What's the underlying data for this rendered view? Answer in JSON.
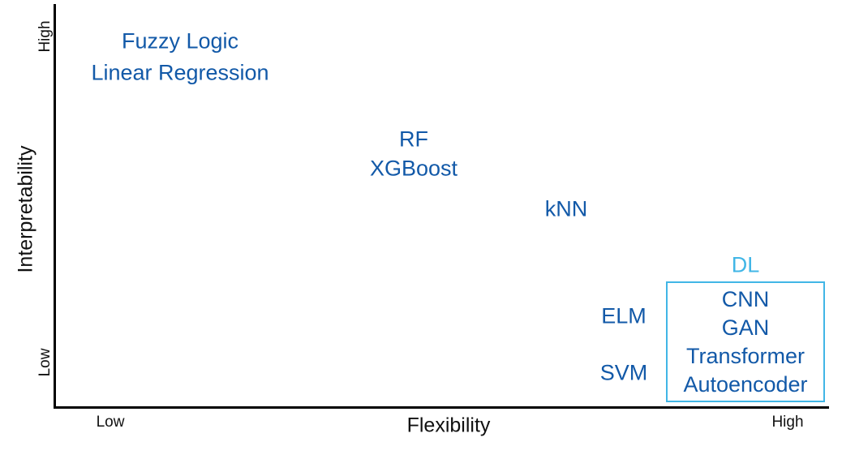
{
  "chart_data": {
    "type": "scatter",
    "title": "",
    "xlabel": "Flexibility",
    "ylabel": "Interpretability",
    "xticklabels": [
      "Low",
      "High"
    ],
    "yticklabels": [
      "Low",
      "High"
    ],
    "xlim": [
      "Low",
      "High"
    ],
    "ylim": [
      "Low",
      "High"
    ],
    "grid": false,
    "legend": "none",
    "annotations": [
      {
        "label": "Fuzzy Logic",
        "flexibility": "Low",
        "interpretability": "High"
      },
      {
        "label": "Linear Regression",
        "flexibility": "Low",
        "interpretability": "High"
      },
      {
        "label": "RF",
        "flexibility": "Medium",
        "interpretability": "Medium-High"
      },
      {
        "label": "XGBoost",
        "flexibility": "Medium",
        "interpretability": "Medium-High"
      },
      {
        "label": "kNN",
        "flexibility": "Medium-High",
        "interpretability": "Medium"
      },
      {
        "label": "ELM",
        "flexibility": "High",
        "interpretability": "Low"
      },
      {
        "label": "SVM",
        "flexibility": "High",
        "interpretability": "Low"
      },
      {
        "label": "DL",
        "flexibility": "High",
        "interpretability": "Low"
      },
      {
        "label": "CNN",
        "flexibility": "High",
        "interpretability": "Low",
        "group": "DL"
      },
      {
        "label": "GAN",
        "flexibility": "High",
        "interpretability": "Low",
        "group": "DL"
      },
      {
        "label": "Transformer",
        "flexibility": "High",
        "interpretability": "Low",
        "group": "DL"
      },
      {
        "label": "Autoencoder",
        "flexibility": "High",
        "interpretability": "Low",
        "group": "DL"
      }
    ]
  },
  "axes": {
    "y": {
      "title": "Interpretability",
      "tick_high": "High",
      "tick_low": "Low"
    },
    "x": {
      "title": "Flexibility",
      "tick_low": "Low",
      "tick_high": "High"
    }
  },
  "methods": {
    "fuzzy_logic": "Fuzzy Logic",
    "linear_regression": "Linear Regression",
    "rf": "RF",
    "xgboost": "XGBoost",
    "knn": "kNN",
    "elm": "ELM",
    "svm": "SVM",
    "dl": "DL"
  },
  "dl_group": {
    "heading": "DL",
    "items": [
      "CNN",
      "GAN",
      "Transformer",
      "Autoencoder"
    ]
  },
  "colors": {
    "method_text": "#1259A8",
    "dl_accent": "#41B6E6",
    "axis": "#000000",
    "axis_text": "#111111",
    "background": "#FFFFFF"
  }
}
